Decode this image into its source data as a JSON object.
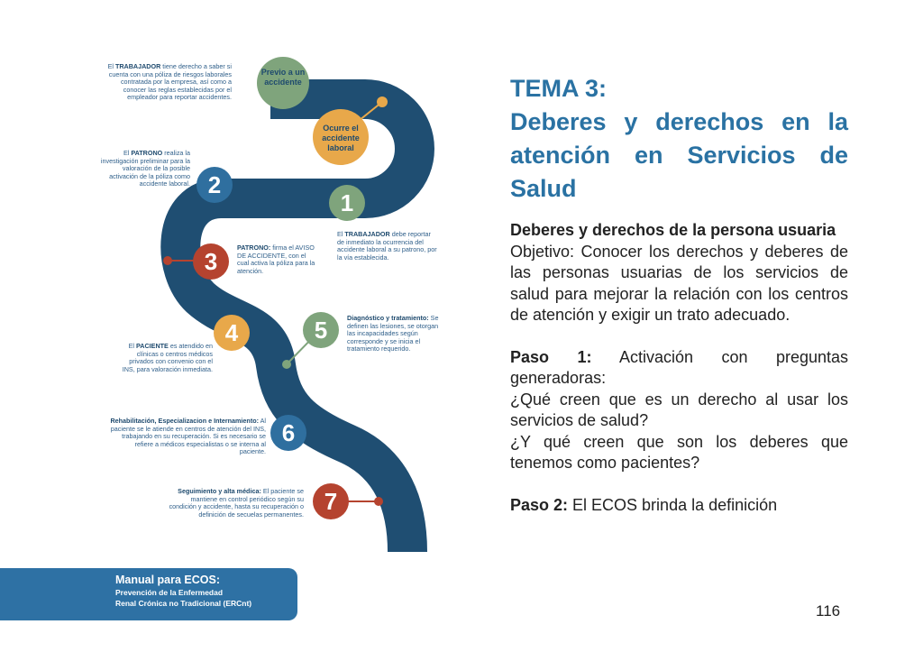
{
  "diagram": {
    "previo": "Previo a un accidente",
    "ocurre": "Ocurre el accidente laboral",
    "steps": [
      {
        "n": "1",
        "bold": "TRABAJADOR",
        "pre": "El ",
        "text": " debe reportar de inmediato la ocurrencia del accidente laboral a su patrono, por la vía establecida."
      },
      {
        "n": "2",
        "bold": "PATRONO",
        "pre": "El ",
        "text": " realiza la investigación preliminar para la valoración de la posible activación de la póliza como accidente laboral."
      },
      {
        "n": "3",
        "bold": "PATRONO:",
        "pre": "",
        "text": " firma el AVISO DE ACCIDENTE, con el cual activa la póliza para la atención."
      },
      {
        "n": "4",
        "bold": "PACIENTE",
        "pre": "El ",
        "text": " es atendido en clínicas o centros médicos privados con convenio con el INS, para valoración inmediata."
      },
      {
        "n": "5",
        "bold": "Diagnóstico y tratamiento:",
        "pre": "",
        "text": " Se definen las lesiones, se otorgan las incapacidades según corresponde y se inicia el tratamiento requerido."
      },
      {
        "n": "6",
        "bold": "Rehabilitación, Especializacion e Internamiento:",
        "pre": "",
        "text": " Al paciente se le atiende en centros de atención del INS, trabajando en su recuperación. Si es necesario se refiere a médicos especialistas o se interna al paciente."
      },
      {
        "n": "7",
        "bold": "Seguimiento y alta médica:",
        "pre": "",
        "text": " El paciente se mantiene en control periódico según su condición y accidente, hasta su recuperación o definición de secuelas permanentes."
      }
    ],
    "previo_note": {
      "pre": "El ",
      "bold": "TRABAJADOR",
      "text": " tiene derecho a saber si cuenta con una póliza de riesgos laborales contratada por la empresa, así como a conocer las reglas establecidas por el empleador para reportar accidentes."
    }
  },
  "colors": {
    "road": "#1f4e72",
    "green": "#7fa47c",
    "orange": "#e8a84a",
    "blue": "#2f6f9f",
    "red": "#b5432f",
    "title": "#2a72a3"
  },
  "title": {
    "line1": "TEMA 3:",
    "line2": "Deberes y derechos en la",
    "line3": "atención en Servicios de",
    "line4": "Salud"
  },
  "body": {
    "subtitle": "Deberes y derechos de la persona usuaria",
    "objective": "Objetivo: Conocer los derechos y deberes de las personas usuarias de los servicios de salud para mejorar la relación con los centros de atención y exigir un trato adecuado.",
    "paso1_label": "Paso 1:",
    "paso1": " Activación con preguntas generadoras:",
    "q1": "¿Qué creen que es un derecho al usar los servicios de salud?",
    "q2": "¿Y qué creen que son los deberes que tenemos como pacientes?",
    "paso2_label": "Paso 2:",
    "paso2": " El ECOS brinda la definición"
  },
  "footer": {
    "title": "Manual para ECOS:",
    "line1": "Prevención de la Enfermedad",
    "line2": "Renal Crónica no Tradicional (ERCnt)"
  },
  "page_number": "116"
}
